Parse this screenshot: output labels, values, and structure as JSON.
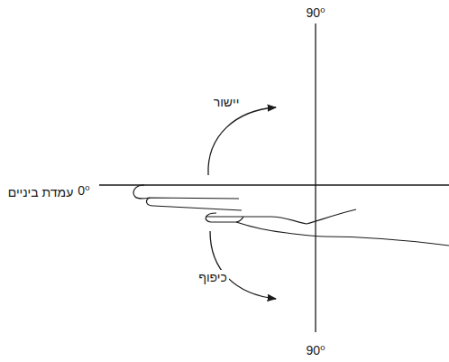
{
  "diagram": {
    "labels": [
      "90⁰",
      "יישור",
      "עמדת ביניים",
      "0⁰",
      "כיפוף",
      "90⁰"
    ]
  }
}
